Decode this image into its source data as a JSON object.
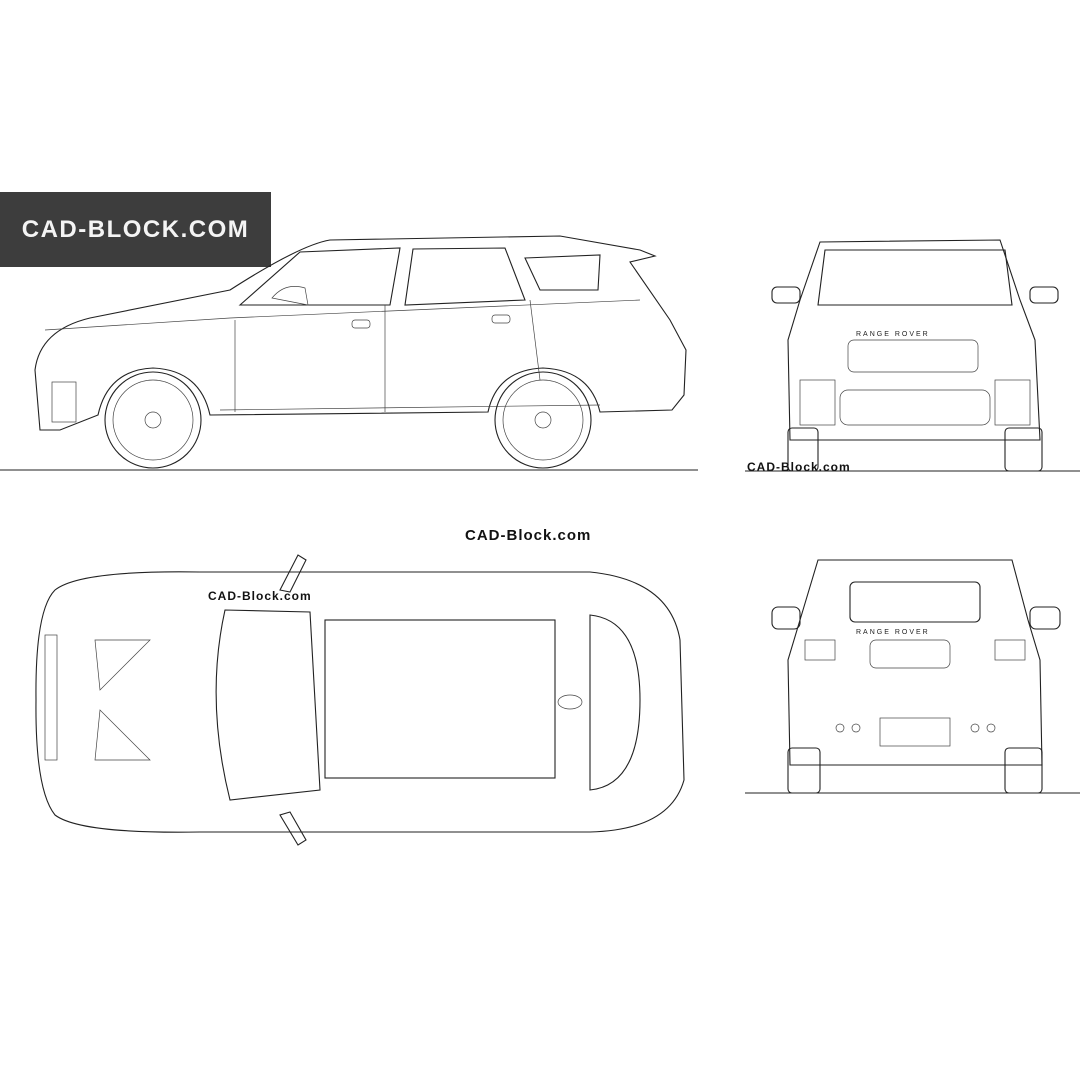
{
  "logo": {
    "text": "CAD-BLOCK.COM",
    "background": "#3d3d3d"
  },
  "watermarks": [
    "CAD-Block.com",
    "CAD-Block.com",
    "CAD-Block.com"
  ],
  "views": {
    "side": {
      "name": "side-view"
    },
    "front": {
      "name": "front-view",
      "badge": "RANGE ROVER"
    },
    "top": {
      "name": "top-view"
    },
    "rear": {
      "name": "rear-view",
      "badge": "RANGE ROVER"
    }
  }
}
